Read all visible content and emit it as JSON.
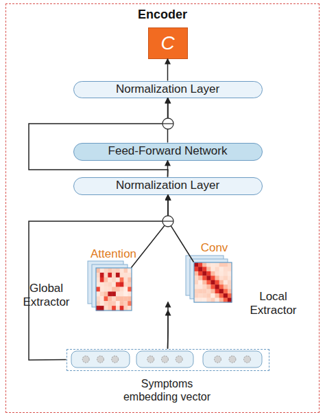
{
  "diagram": {
    "nodes": [
      {
        "text": [
          "Encoder"
        ]
      },
      {
        "text": [
          "C"
        ],
        "in": 0
      },
      {
        "text": [
          "Normalization Layer"
        ],
        "in": 0
      },
      {
        "text": [
          "Feed-Forward Network"
        ],
        "in": 0
      },
      {
        "text": [
          "Normalization Layer"
        ],
        "in": 0
      },
      {
        "text": [
          "Attention",
          "Global Extractor"
        ],
        "in": 0
      },
      {
        "text": [
          "Conv",
          "Local Extractor"
        ],
        "in": 0
      },
      {
        "text": [
          "Symptoms embedding vector"
        ],
        "in": 0
      }
    ],
    "edges": [
      {
        "from": 2,
        "to": 1,
        "arrow": "to"
      },
      {
        "from": 3,
        "to": 2,
        "arrow": "to"
      },
      {
        "from": 4,
        "to": 3,
        "arrow": "to"
      },
      {
        "from": 4,
        "to": 2,
        "arrow": "to"
      },
      {
        "from": 5,
        "to": 4,
        "arrow": "to"
      },
      {
        "from": 6,
        "to": 4,
        "arrow": "to"
      },
      {
        "from": 7,
        "to": 5,
        "arrow": "to"
      },
      {
        "from": 7,
        "to": 6,
        "arrow": "to"
      },
      {
        "from": 7,
        "to": 4,
        "arrow": "to"
      }
    ]
  }
}
